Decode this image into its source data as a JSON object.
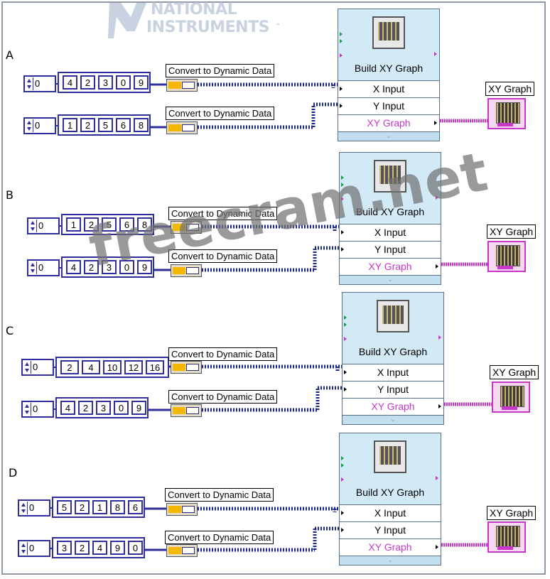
{
  "logo": {
    "line1": "NATIONAL",
    "line2": "INSTRUMENTS",
    "tm": "™"
  },
  "watermark": "freecram.net",
  "sections": [
    {
      "label": "A",
      "controls": [
        {
          "numeric": "0",
          "array": [
            "4",
            "2",
            "3",
            "0",
            "9"
          ],
          "convert_label": "Convert to Dynamic Data"
        },
        {
          "numeric": "0",
          "array": [
            "1",
            "2",
            "5",
            "6",
            "8"
          ],
          "convert_label": "Convert to Dynamic Data"
        }
      ],
      "build": {
        "title": "Build XY Graph",
        "x_input": "X Input",
        "y_input": "Y Input",
        "output": "XY Graph"
      },
      "graph_label": "XY Graph"
    },
    {
      "label": "B",
      "controls": [
        {
          "numeric": "0",
          "array": [
            "1",
            "2",
            "5",
            "6",
            "8"
          ],
          "convert_label": "Convert to Dynamic Data"
        },
        {
          "numeric": "0",
          "array": [
            "4",
            "2",
            "3",
            "0",
            "9"
          ],
          "convert_label": "Convert to Dynamic Data"
        }
      ],
      "build": {
        "title": "Build XY Graph",
        "x_input": "X Input",
        "y_input": "Y Input",
        "output": "XY Graph"
      },
      "graph_label": "XY Graph"
    },
    {
      "label": "C",
      "controls": [
        {
          "numeric": "0",
          "array": [
            "2",
            "4",
            "10",
            "12",
            "16"
          ],
          "convert_label": "Convert to Dynamic Data"
        },
        {
          "numeric": "0",
          "array": [
            "4",
            "2",
            "3",
            "0",
            "9"
          ],
          "convert_label": "Convert to Dynamic Data"
        }
      ],
      "build": {
        "title": "Build XY Graph",
        "x_input": "X Input",
        "y_input": "Y Input",
        "output": "XY Graph"
      },
      "graph_label": "XY Graph"
    },
    {
      "label": "D",
      "controls": [
        {
          "numeric": "0",
          "array": [
            "5",
            "2",
            "1",
            "8",
            "6"
          ],
          "convert_label": "Convert to Dynamic Data"
        },
        {
          "numeric": "0",
          "array": [
            "3",
            "2",
            "4",
            "9",
            "0"
          ],
          "convert_label": "Convert to Dynamic Data"
        }
      ],
      "build": {
        "title": "Build XY Graph",
        "x_input": "X Input",
        "y_input": "Y Input",
        "output": "XY Graph"
      },
      "graph_label": "XY Graph"
    }
  ],
  "colors": {
    "array_border": "#2e2e9e",
    "dynamic_wire": "#1f2a8a",
    "xy_wire": "#c837c8",
    "node_bg": "#d1eaf6",
    "pink_label": "#c837c8"
  },
  "icons": {
    "conversion": "convert-to-dynamic-data-icon",
    "build": "build-xy-graph-icon",
    "indicator": "xy-graph-indicator-icon"
  }
}
